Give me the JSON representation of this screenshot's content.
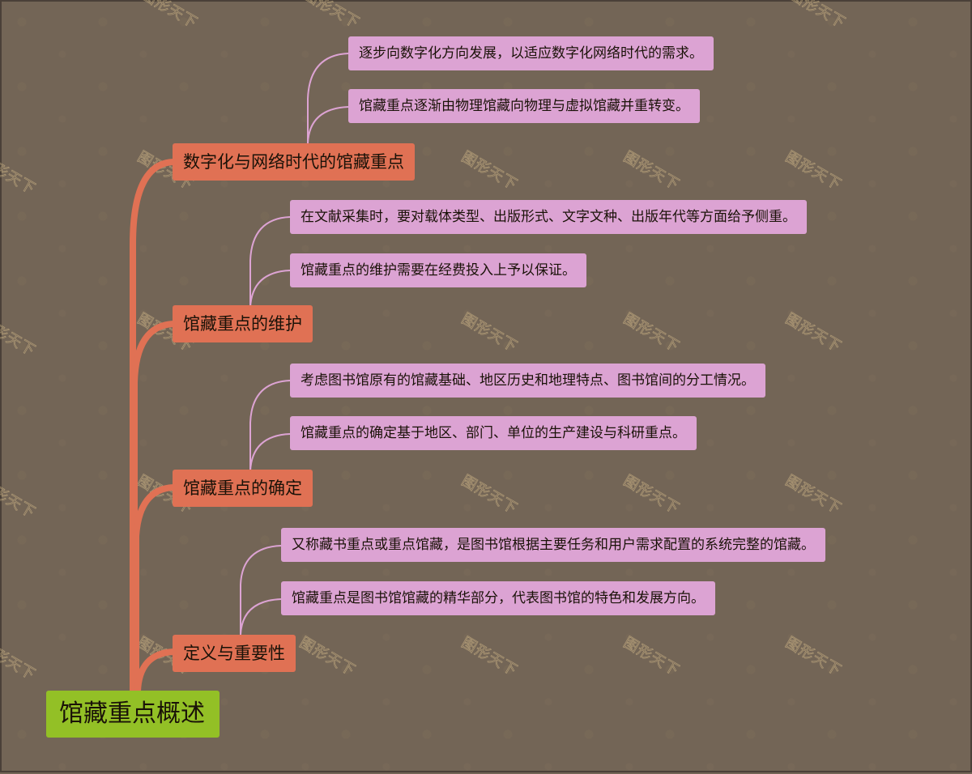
{
  "mindmap": {
    "root": {
      "label": "馆藏重点概述",
      "color": "#93c026"
    },
    "branch_color": "#e07154",
    "leaf_color": "#dca3d3",
    "background_color": "#736556",
    "watermark_text": "图形天下",
    "branches": [
      {
        "label": "数字化与网络时代的馆藏重点",
        "children": [
          "逐步向数字化方向发展，以适应数字化网络时代的需求。",
          "馆藏重点逐渐由物理馆藏向物理与虚拟馆藏并重转变。"
        ]
      },
      {
        "label": "馆藏重点的维护",
        "children": [
          "在文献采集时，要对载体类型、出版形式、文字文种、出版年代等方面给予侧重。",
          "馆藏重点的维护需要在经费投入上予以保证。"
        ]
      },
      {
        "label": "馆藏重点的确定",
        "children": [
          "考虑图书馆原有的馆藏基础、地区历史和地理特点、图书馆间的分工情况。",
          "馆藏重点的确定基于地区、部门、单位的生产建设与科研重点。"
        ]
      },
      {
        "label": "定义与重要性",
        "children": [
          "又称藏书重点或重点馆藏，是图书馆根据主要任务和用户需求配置的系统完整的馆藏。",
          "馆藏重点是图书馆馆藏的精华部分，代表图书馆的特色和发展方向。"
        ]
      }
    ]
  }
}
